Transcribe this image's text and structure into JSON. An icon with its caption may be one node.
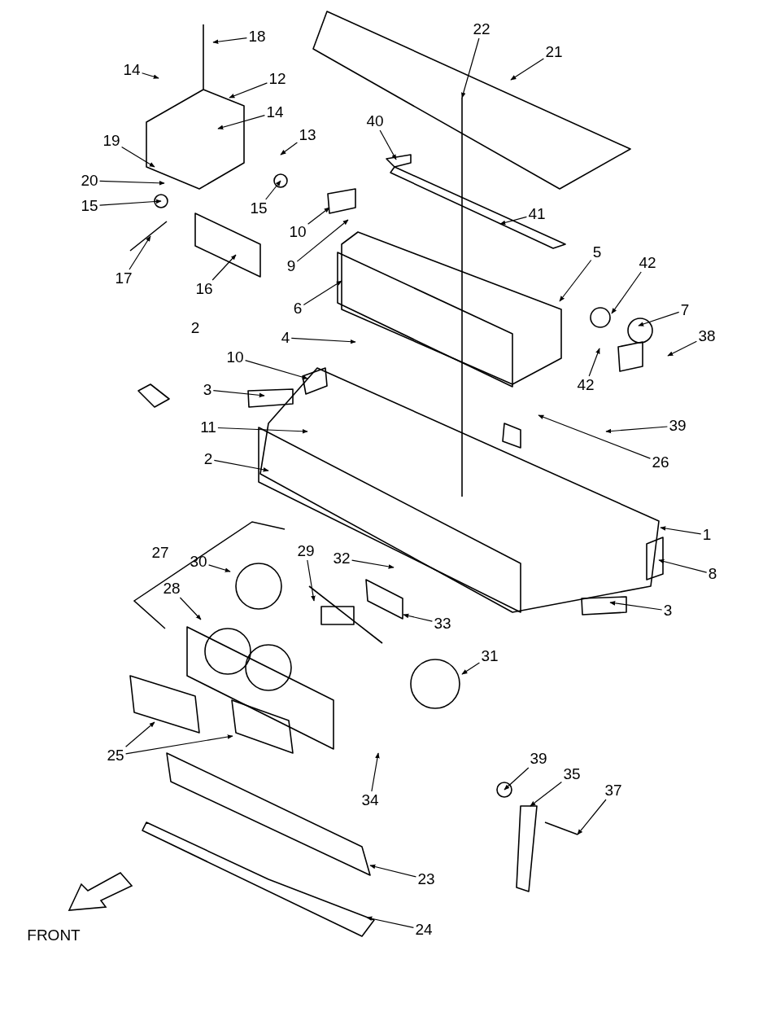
{
  "diagram": {
    "nodes": [
      {
        "text": [
          "22"
        ]
      },
      {
        "text": [
          "18"
        ]
      },
      {
        "text": [
          "21"
        ]
      },
      {
        "text": [
          "14"
        ]
      },
      {
        "text": [
          "12"
        ]
      },
      {
        "text": [
          "14"
        ]
      },
      {
        "text": [
          "40"
        ]
      },
      {
        "text": [
          "13"
        ]
      },
      {
        "text": [
          "19"
        ]
      },
      {
        "text": [
          "20"
        ]
      },
      {
        "text": [
          "15"
        ]
      },
      {
        "text": [
          "15"
        ]
      },
      {
        "text": [
          "41"
        ]
      },
      {
        "text": [
          "10"
        ]
      },
      {
        "text": [
          "5"
        ]
      },
      {
        "text": [
          "42"
        ]
      },
      {
        "text": [
          "9"
        ]
      },
      {
        "text": [
          "17"
        ]
      },
      {
        "text": [
          "16"
        ]
      },
      {
        "text": [
          "6"
        ]
      },
      {
        "text": [
          "7"
        ]
      },
      {
        "text": [
          "38"
        ]
      },
      {
        "text": [
          "4"
        ]
      },
      {
        "text": [
          "10"
        ]
      },
      {
        "text": [
          "42"
        ]
      },
      {
        "text": [
          "3"
        ]
      },
      {
        "text": [
          "39"
        ]
      },
      {
        "text": [
          "11"
        ]
      },
      {
        "text": [
          "26"
        ]
      },
      {
        "text": [
          "2"
        ]
      },
      {
        "text": [
          "1"
        ]
      },
      {
        "text": [
          "29"
        ]
      },
      {
        "text": [
          "32"
        ]
      },
      {
        "text": [
          "30"
        ]
      },
      {
        "text": [
          "8"
        ]
      },
      {
        "text": [
          "28"
        ]
      },
      {
        "text": [
          "3"
        ]
      },
      {
        "text": [
          "33"
        ]
      },
      {
        "text": [
          "31"
        ]
      },
      {
        "text": [
          "25"
        ]
      },
      {
        "text": [
          "39"
        ]
      },
      {
        "text": [
          "35"
        ]
      },
      {
        "text": [
          "37"
        ]
      },
      {
        "text": [
          "34"
        ]
      },
      {
        "text": [
          "23"
        ]
      },
      {
        "text": [
          "24"
        ]
      }
    ],
    "edges": [
      {
        "from": 0,
        "to": null,
        "arrow": "to"
      },
      {
        "from": 1,
        "to": null,
        "arrow": "to"
      },
      {
        "from": 2,
        "to": null,
        "arrow": "to"
      },
      {
        "from": 3,
        "to": null,
        "arrow": "to"
      },
      {
        "from": 4,
        "to": null,
        "arrow": "to"
      },
      {
        "from": 5,
        "to": null,
        "arrow": "to"
      },
      {
        "from": 6,
        "to": null,
        "arrow": "to"
      },
      {
        "from": 7,
        "to": null,
        "arrow": "to"
      },
      {
        "from": 8,
        "to": null,
        "arrow": "to"
      },
      {
        "from": 9,
        "to": null,
        "arrow": "to"
      },
      {
        "from": 10,
        "to": null,
        "arrow": "to"
      },
      {
        "from": 11,
        "to": null,
        "arrow": "to"
      },
      {
        "from": 12,
        "to": null,
        "arrow": "to"
      },
      {
        "from": 13,
        "to": null,
        "arrow": "to"
      },
      {
        "from": 14,
        "to": null,
        "arrow": "to"
      },
      {
        "from": 15,
        "to": null,
        "arrow": "to"
      },
      {
        "from": 16,
        "to": null,
        "arrow": "to"
      },
      {
        "from": 17,
        "to": null,
        "arrow": "to"
      },
      {
        "from": 18,
        "to": null,
        "arrow": "to"
      },
      {
        "from": 19,
        "to": null,
        "arrow": "to"
      },
      {
        "from": 20,
        "to": null,
        "arrow": "to"
      },
      {
        "from": 21,
        "to": null,
        "arrow": "to"
      },
      {
        "from": 22,
        "to": null,
        "arrow": "to"
      },
      {
        "from": 23,
        "to": null,
        "arrow": "to"
      },
      {
        "from": 24,
        "to": null,
        "arrow": "to"
      },
      {
        "from": 25,
        "to": null,
        "arrow": "to"
      },
      {
        "from": 26,
        "to": null,
        "arrow": "to"
      },
      {
        "from": 27,
        "to": null,
        "arrow": "to"
      },
      {
        "from": 28,
        "to": null,
        "arrow": "to"
      },
      {
        "from": 29,
        "to": null,
        "arrow": "to"
      },
      {
        "from": 30,
        "to": null,
        "arrow": "to"
      },
      {
        "from": 31,
        "to": null,
        "arrow": "to"
      },
      {
        "from": 32,
        "to": null,
        "arrow": "to"
      },
      {
        "from": 33,
        "to": null,
        "arrow": "to"
      },
      {
        "from": 34,
        "to": null,
        "arrow": "to"
      },
      {
        "from": 35,
        "to": null,
        "arrow": "to"
      },
      {
        "from": 36,
        "to": null,
        "arrow": "to"
      },
      {
        "from": 37,
        "to": null,
        "arrow": "to"
      },
      {
        "from": 38,
        "to": null,
        "arrow": "to"
      },
      {
        "from": 39,
        "to": null,
        "arrow": "to"
      },
      {
        "from": 39,
        "to": null,
        "arrow": "to"
      },
      {
        "from": 40,
        "to": null,
        "arrow": "to"
      },
      {
        "from": 41,
        "to": null,
        "arrow": "to"
      },
      {
        "from": 42,
        "to": null,
        "arrow": "to"
      },
      {
        "from": 43,
        "to": null,
        "arrow": "to"
      },
      {
        "from": 44,
        "to": null,
        "arrow": "to"
      },
      {
        "from": 45,
        "to": null,
        "arrow": "to"
      }
    ],
    "labels": [
      "2",
      "27",
      "FRONT"
    ]
  }
}
